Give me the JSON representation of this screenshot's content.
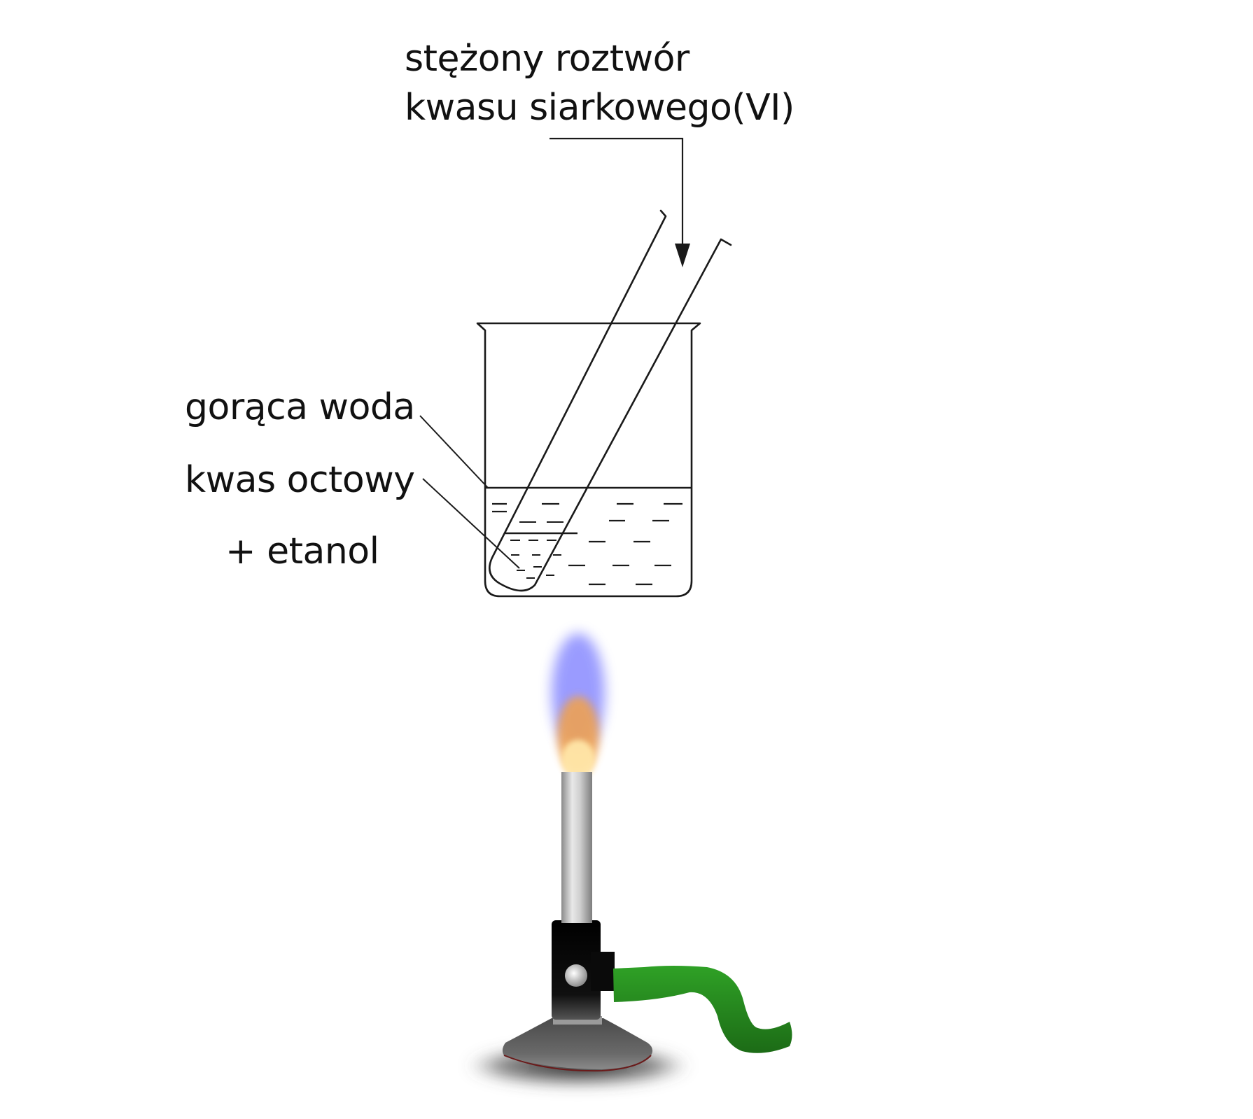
{
  "labels": {
    "acid_line1": "stężony roztwór",
    "acid_line2": "kwasu siarkowego(VI)",
    "hot_water": "gorąca woda",
    "acetic_acid": "kwas octowy",
    "ethanol": "+ etanol"
  },
  "colors": {
    "line": "#1a1a1a",
    "hose": "#2a8c21",
    "hose_dark": "#1d6a17",
    "burner_body": "#0a0a0a",
    "flame_blue": "#6f72ff",
    "flame_orange": "#f3a24a",
    "flame_yellow": "#ffe6a8"
  }
}
